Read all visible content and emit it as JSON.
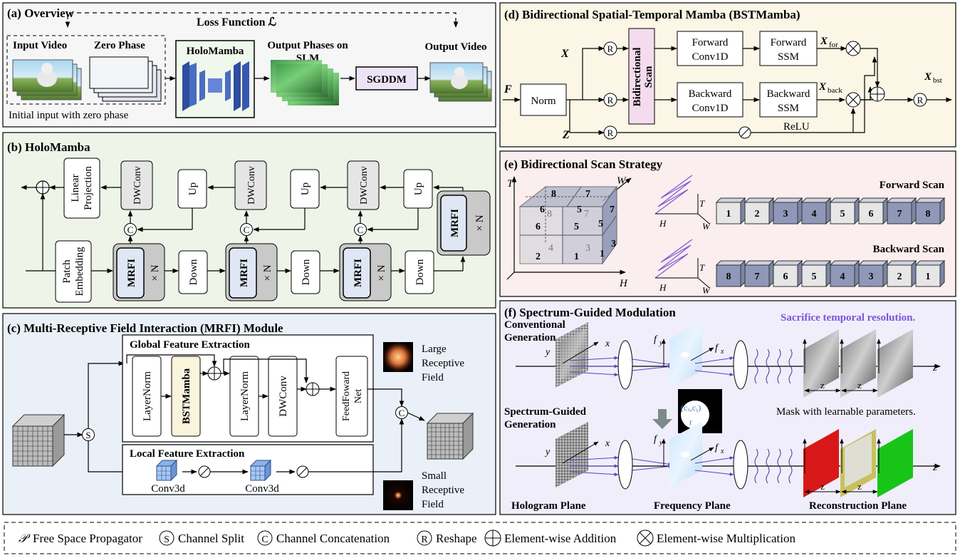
{
  "panel_a": {
    "title": "(a) Overview",
    "loss": "Loss Function ℒ",
    "input_video": "Input Video",
    "zero_phase": "Zero Phase",
    "holomamba": "HoloMamba",
    "output_phases_1": "Output Phases on",
    "output_phases_2": "SLM",
    "sgddm": "SGDDM",
    "output_video": "Output Video",
    "initial_note": "Initial input with zero phase"
  },
  "panel_b": {
    "title": "(b) HoloMamba",
    "linear_projection_1": "Linear",
    "linear_projection_2": "Projection",
    "dwconv": "DWConv",
    "up": "Up",
    "down": "Down",
    "mrfi": "MRFI",
    "times_n": "× N",
    "patch_1": "Patch",
    "patch_2": "Embedding",
    "concat_symbol": "C",
    "add_symbol": "+"
  },
  "panel_c": {
    "title": "(c) Multi-Receptive Field Interaction (MRFI) Module",
    "global": "Global Feature Extraction",
    "local": "Local Feature Extraction",
    "layernorm": "LayerNorm",
    "bstmamba": "BSTMamba",
    "dwconv": "DWConv",
    "ffn_1": "FeedFoward",
    "ffn_2": "Net",
    "conv3d": "Conv3d",
    "large_1": "Large",
    "large_2": "Receptive",
    "large_3": "Field",
    "small_1": "Small",
    "small_2": "Receptive",
    "small_3": "Field",
    "split_symbol": "S",
    "concat_symbol": "C"
  },
  "panel_d": {
    "title": "(d) Bidirectional Spatial-Temporal Mamba (BSTMamba)",
    "F": "F",
    "X": "X",
    "Z": "Z",
    "norm": "Norm",
    "bidir_scan_1": "Bidirectional",
    "bidir_scan_2": "Scan",
    "fwd_conv_1": "Forward",
    "fwd_conv_2": "Conv1D",
    "fwd_ssm_1": "Forward",
    "fwd_ssm_2": "SSM",
    "bwd_conv_1": "Backward",
    "bwd_conv_2": "Conv1D",
    "bwd_ssm_1": "Backward",
    "bwd_ssm_2": "SSM",
    "x_for": "X",
    "x_for_sub": "for",
    "x_back": "X",
    "x_back_sub": "back",
    "x_bst": "X",
    "x_bst_sub": "bst",
    "relu": "ReLU",
    "reshape_symbol": "R"
  },
  "panel_e": {
    "title": "(e) Bidirectional Scan Strategy",
    "forward": "Forward Scan",
    "backward": "Backward Scan",
    "axis_T": "T",
    "axis_W": "W",
    "axis_H": "H",
    "forward_seq": [
      "1",
      "2",
      "3",
      "4",
      "5",
      "6",
      "7",
      "8"
    ],
    "backward_seq": [
      "8",
      "7",
      "6",
      "5",
      "4",
      "3",
      "2",
      "1"
    ],
    "cube_labels": [
      "8",
      "7",
      "6",
      "5",
      "7",
      "8",
      "6",
      "5",
      "5",
      "4",
      "3",
      "2",
      "1",
      "1",
      "3"
    ]
  },
  "panel_f": {
    "title": "(f) Spectrum-Guided Modulation",
    "sacrifice": "Sacrifice temporal resolution.",
    "conv_gen_1": "Conventional",
    "conv_gen_2": "Generation",
    "sg_gen_1": "Spectrum-Guided",
    "sg_gen_2": "Generation",
    "mask_note": "Mask with learnable parameters.",
    "hologram_plane": "Hologram Plane",
    "frequency_plane": "Frequency Plane",
    "reconstruction_plane": "Reconstruction Plane",
    "axis_y": "y",
    "axis_x": "x",
    "axis_fy": "f",
    "axis_fy_sub": "y",
    "axis_fx": "f",
    "axis_fx_sub": "x",
    "axis_z": "z",
    "dist_z": "z",
    "mask_params": "(cₓ,cᵧ)",
    "mask_r": "r"
  },
  "legend": {
    "propagator_symbol": "𝒫",
    "propagator": "Free Space Propagator",
    "split": "Channel Split",
    "concat": "Channel Concatenation",
    "reshape": "Reshape",
    "add": "Element-wise Addition",
    "mult": "Element-wise Multiplication",
    "split_symbol": "S",
    "concat_symbol": "C",
    "reshape_symbol": "R"
  },
  "colors": {
    "panel_a_bg": "#f6f6f6",
    "panel_b_bg": "#eef5e8",
    "panel_c_bg": "#eaf0f8",
    "panel_d_bg": "#fbf6e6",
    "panel_e_bg": "#fbeeee",
    "panel_f_bg": "#f0eefb",
    "mrfi_block": "#dfe7f5",
    "bstmamba_block": "#fbf4dd",
    "bidir_scan_block": "#f4dcef",
    "accent_purple": "#7a55d8",
    "scan_dark": "#8f98b8",
    "scan_light": "#e6e6e6"
  }
}
